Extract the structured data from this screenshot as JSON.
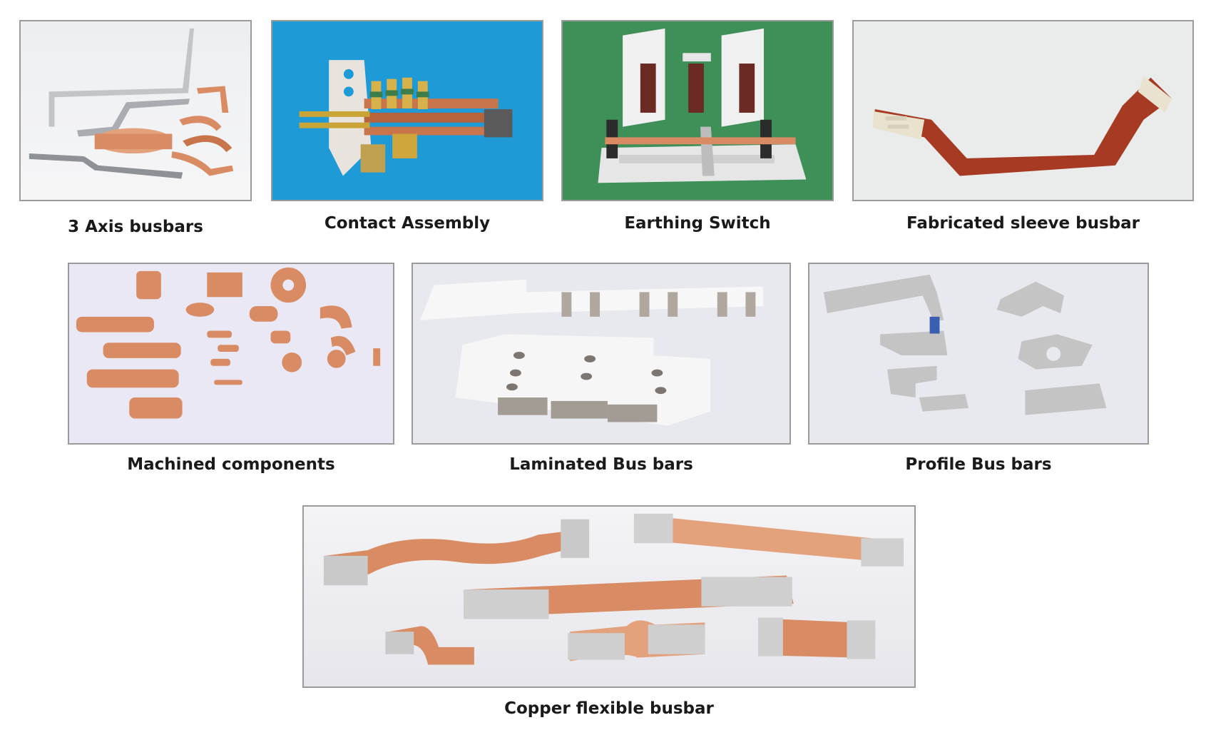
{
  "products": [
    {
      "id": "3-axis-busbars",
      "caption": "3 Axis busbars"
    },
    {
      "id": "contact-assembly",
      "caption": "Contact Assembly"
    },
    {
      "id": "earthing-switch",
      "caption": "Earthing Switch"
    },
    {
      "id": "fabricated-sleeve-busbar",
      "caption": "Fabricated sleeve busbar"
    },
    {
      "id": "machined-components",
      "caption": "Machined components"
    },
    {
      "id": "laminated-bus-bars",
      "caption": "Laminated Bus bars"
    },
    {
      "id": "profile-bus-bars",
      "caption": "Profile Bus bars"
    },
    {
      "id": "copper-flexible-busbar",
      "caption": "Copper flexible busbar"
    }
  ],
  "colors": {
    "copper": "#d98c63",
    "copper_dark": "#b5643c",
    "silver": "#c9c9c9",
    "border": "#9b9b9b",
    "blue_bg": "#1e9ad6",
    "green_bg": "#3f8f58",
    "sleeve_red": "#a63a22"
  }
}
